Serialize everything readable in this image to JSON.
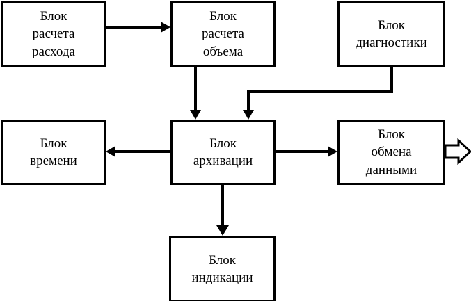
{
  "diagram": {
    "title_visible": false,
    "colors": {
      "stroke": "#000000",
      "fill": "#ffffff",
      "text": "#000000"
    },
    "blocks": [
      {
        "id": "flow-calc",
        "lines": [
          "Блок",
          "расчета",
          "расхода"
        ]
      },
      {
        "id": "volume-calc",
        "lines": [
          "Блок",
          "расчета",
          "объема"
        ]
      },
      {
        "id": "diagnostics",
        "lines": [
          "Блок",
          "диагностики"
        ]
      },
      {
        "id": "time",
        "lines": [
          "Блок",
          "времени"
        ]
      },
      {
        "id": "archiving",
        "lines": [
          "Блок",
          "архивации"
        ]
      },
      {
        "id": "data-exchange",
        "lines": [
          "Блок",
          "обмена",
          "данными"
        ]
      },
      {
        "id": "indication",
        "lines": [
          "Блок",
          "индикации"
        ]
      }
    ],
    "connectors": [
      {
        "id": "flow-calc-to-volume-calc",
        "from": "flow-calc",
        "to": "volume-calc",
        "style": "solid-arrow",
        "direction": "right"
      },
      {
        "id": "volume-calc-to-archiving",
        "from": "volume-calc",
        "to": "archiving",
        "style": "solid-arrow",
        "direction": "down"
      },
      {
        "id": "diagnostics-to-archiving",
        "from": "diagnostics",
        "to": "archiving",
        "style": "solid-arrow-elbow",
        "direction": "down"
      },
      {
        "id": "archiving-to-time",
        "from": "archiving",
        "to": "time",
        "style": "solid-arrow",
        "direction": "left"
      },
      {
        "id": "archiving-to-data-exchange",
        "from": "archiving",
        "to": "data-exchange",
        "style": "solid-arrow",
        "direction": "right"
      },
      {
        "id": "archiving-to-indication",
        "from": "archiving",
        "to": "indication",
        "style": "solid-arrow",
        "direction": "down"
      },
      {
        "id": "data-exchange-output",
        "from": "data-exchange",
        "to": "external",
        "style": "hollow-block-arrow",
        "direction": "right"
      }
    ]
  }
}
